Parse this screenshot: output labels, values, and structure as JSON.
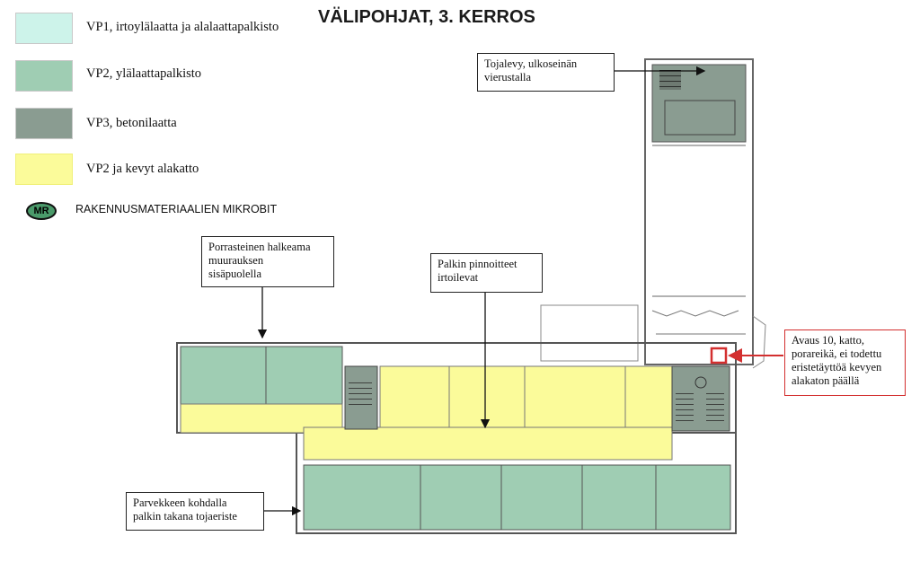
{
  "title": "VÄLIPOHJAT, 3. KERROS",
  "legend": [
    {
      "label": "VP1, irtoylälaatta ja alalaattapalkisto",
      "color": "#cdf3ea"
    },
    {
      "label": "VP2, ylälaattapalkisto",
      "color": "#9fcdb3"
    },
    {
      "label": "VP3, betonilaatta",
      "color": "#8a9c91"
    },
    {
      "label": "VP2 ja kevyt alakatto",
      "color": "#fbfb9a"
    }
  ],
  "mr": {
    "badge": "MR",
    "label": "RAKENNUSMATERIAALIEN MIKROBIT",
    "color": "#4a9a6a"
  },
  "callouts": {
    "tojalevy": [
      "Tojalevy, ulkoseinän",
      "vierustalla"
    ],
    "porrasteinen": [
      "Porrasteinen halkeama",
      "muurauksen",
      "sisäpuolella"
    ],
    "palkin": [
      "Palkin pinnoitteet",
      "irtoilevat"
    ],
    "avaus": [
      "Avaus 10, katto,",
      "porareikä, ei todettu",
      "eristetäyttöä kevyen",
      "alakaton päällä"
    ],
    "parvekkeen": [
      "Parvekkeen kohdalla",
      "palkin takana tojaeriste"
    ]
  },
  "colors": {
    "arrow": "#111111",
    "highlight": "#d32f2f",
    "wall": "#555555",
    "stair": "#333333"
  }
}
